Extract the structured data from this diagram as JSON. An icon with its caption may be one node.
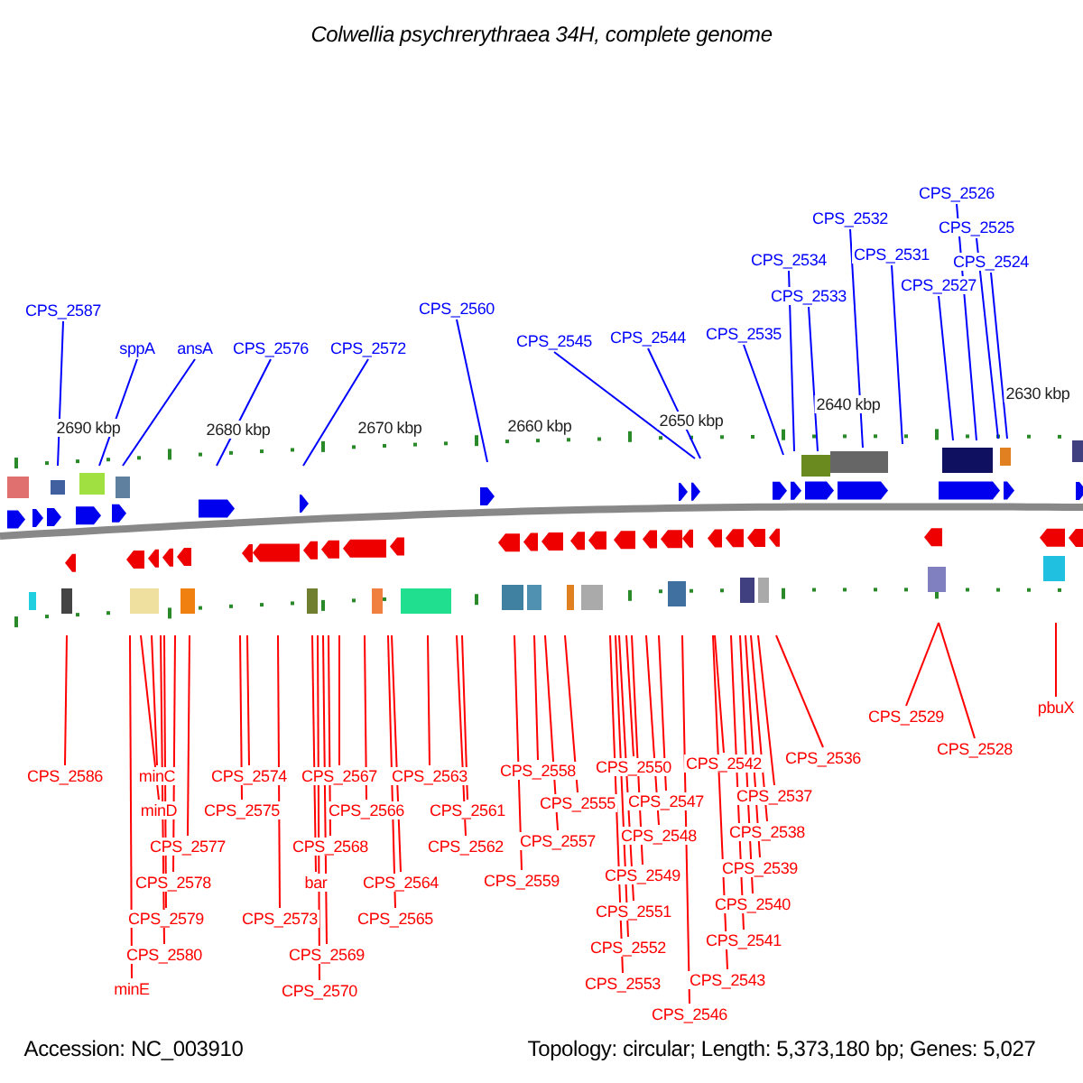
{
  "diagram": {
    "title": "Colwellia psychrerythraea 34H, complete genome",
    "nodes": [
      {
        "text": [
          "CPS_2587"
        ]
      },
      {
        "text": [
          "sppA"
        ]
      },
      {
        "text": [
          "ansA"
        ]
      },
      {
        "text": [
          "CPS_2576"
        ]
      },
      {
        "text": [
          "CPS_2572"
        ]
      },
      {
        "text": [
          "CPS_2560"
        ]
      },
      {
        "text": [
          "CPS_2545"
        ]
      },
      {
        "text": [
          "CPS_2544"
        ]
      },
      {
        "text": [
          "CPS_2535"
        ]
      },
      {
        "text": [
          "CPS_2534"
        ]
      },
      {
        "text": [
          "CPS_2533"
        ]
      },
      {
        "text": [
          "CPS_2532"
        ]
      },
      {
        "text": [
          "CPS_2531"
        ]
      },
      {
        "text": [
          "CPS_2527"
        ]
      },
      {
        "text": [
          "CPS_2526"
        ]
      },
      {
        "text": [
          "CPS_2525"
        ]
      },
      {
        "text": [
          "CPS_2524"
        ]
      },
      {
        "text": [
          "CPS_2586"
        ]
      },
      {
        "text": [
          "minC"
        ]
      },
      {
        "text": [
          "minD"
        ]
      },
      {
        "text": [
          "CPS_2577"
        ]
      },
      {
        "text": [
          "CPS_2578"
        ]
      },
      {
        "text": [
          "CPS_2579"
        ]
      },
      {
        "text": [
          "CPS_2580"
        ]
      },
      {
        "text": [
          "minE"
        ]
      },
      {
        "text": [
          "CPS_2574"
        ]
      },
      {
        "text": [
          "CPS_2575"
        ]
      },
      {
        "text": [
          "CPS_2573"
        ]
      },
      {
        "text": [
          "CPS_2567"
        ]
      },
      {
        "text": [
          "CPS_2568"
        ]
      },
      {
        "text": [
          "bar"
        ]
      },
      {
        "text": [
          "CPS_2569"
        ]
      },
      {
        "text": [
          "CPS_2570"
        ]
      },
      {
        "text": [
          "CPS_2566"
        ]
      },
      {
        "text": [
          "CPS_2564"
        ]
      },
      {
        "text": [
          "CPS_2565"
        ]
      },
      {
        "text": [
          "CPS_2563"
        ]
      },
      {
        "text": [
          "CPS_2561"
        ]
      },
      {
        "text": [
          "CPS_2562"
        ]
      },
      {
        "text": [
          "CPS_2559"
        ]
      },
      {
        "text": [
          "CPS_2558"
        ]
      },
      {
        "text": [
          "CPS_2555"
        ]
      },
      {
        "text": [
          "CPS_2557"
        ]
      },
      {
        "text": [
          "CPS_2550"
        ]
      },
      {
        "text": [
          "CPS_2547"
        ]
      },
      {
        "text": [
          "CPS_2548"
        ]
      },
      {
        "text": [
          "CPS_2549"
        ]
      },
      {
        "text": [
          "CPS_2551"
        ]
      },
      {
        "text": [
          "CPS_2552"
        ]
      },
      {
        "text": [
          "CPS_2553"
        ]
      },
      {
        "text": [
          "CPS_2542"
        ]
      },
      {
        "text": [
          "CPS_2537"
        ]
      },
      {
        "text": [
          "CPS_2538"
        ]
      },
      {
        "text": [
          "CPS_2539"
        ]
      },
      {
        "text": [
          "CPS_2540"
        ]
      },
      {
        "text": [
          "CPS_2541"
        ]
      },
      {
        "text": [
          "CPS_2543"
        ]
      },
      {
        "text": [
          "CPS_2546"
        ]
      },
      {
        "text": [
          "CPS_2536"
        ]
      },
      {
        "text": [
          "CPS_2529"
        ]
      },
      {
        "text": [
          "CPS_2528"
        ]
      },
      {
        "text": [
          "pbuX"
        ]
      }
    ],
    "edges": [
      {
        "from": 0,
        "to": null,
        "arrow": "none",
        "color": "#0000ff"
      },
      {
        "from": 1,
        "to": null,
        "arrow": "none",
        "color": "#0000ff"
      },
      {
        "from": 2,
        "to": null,
        "arrow": "none",
        "color": "#0000ff"
      },
      {
        "from": 3,
        "to": null,
        "arrow": "none",
        "color": "#0000ff"
      },
      {
        "from": 4,
        "to": null,
        "arrow": "none",
        "color": "#0000ff"
      },
      {
        "from": 5,
        "to": null,
        "arrow": "none",
        "color": "#0000ff"
      },
      {
        "from": 6,
        "to": null,
        "arrow": "none",
        "color": "#0000ff"
      },
      {
        "from": 7,
        "to": null,
        "arrow": "none",
        "color": "#0000ff"
      },
      {
        "from": 8,
        "to": null,
        "arrow": "none",
        "color": "#0000ff"
      },
      {
        "from": 9,
        "to": null,
        "arrow": "none",
        "color": "#0000ff"
      },
      {
        "from": 10,
        "to": null,
        "arrow": "none",
        "color": "#0000ff"
      },
      {
        "from": 11,
        "to": null,
        "arrow": "none",
        "color": "#0000ff"
      },
      {
        "from": 12,
        "to": null,
        "arrow": "none",
        "color": "#0000ff"
      },
      {
        "from": 13,
        "to": null,
        "arrow": "none",
        "color": "#0000ff"
      },
      {
        "from": 14,
        "to": null,
        "arrow": "none",
        "color": "#0000ff"
      },
      {
        "from": 15,
        "to": null,
        "arrow": "none",
        "color": "#0000ff"
      },
      {
        "from": 16,
        "to": null,
        "arrow": "none",
        "color": "#0000ff"
      },
      {
        "from": 17,
        "to": null,
        "arrow": "none"
      },
      {
        "from": 18,
        "to": null,
        "arrow": "none"
      },
      {
        "from": 19,
        "to": null,
        "arrow": "none"
      },
      {
        "from": 20,
        "to": null,
        "arrow": "none"
      },
      {
        "from": 21,
        "to": null,
        "arrow": "none"
      },
      {
        "from": 22,
        "to": null,
        "arrow": "none"
      },
      {
        "from": 23,
        "to": null,
        "arrow": "none"
      },
      {
        "from": 24,
        "to": null,
        "arrow": "none"
      },
      {
        "from": 25,
        "to": null,
        "arrow": "none"
      },
      {
        "from": 26,
        "to": null,
        "arrow": "none"
      },
      {
        "from": 27,
        "to": null,
        "arrow": "none"
      },
      {
        "from": 28,
        "to": null,
        "arrow": "none"
      },
      {
        "from": 29,
        "to": null,
        "arrow": "none"
      },
      {
        "from": 30,
        "to": null,
        "arrow": "none"
      },
      {
        "from": 31,
        "to": null,
        "arrow": "none"
      },
      {
        "from": 32,
        "to": null,
        "arrow": "none"
      },
      {
        "from": 33,
        "to": null,
        "arrow": "none"
      },
      {
        "from": 34,
        "to": null,
        "arrow": "none"
      },
      {
        "from": 35,
        "to": null,
        "arrow": "none"
      },
      {
        "from": 36,
        "to": null,
        "arrow": "none"
      },
      {
        "from": 37,
        "to": null,
        "arrow": "none"
      },
      {
        "from": 38,
        "to": null,
        "arrow": "none"
      },
      {
        "from": 39,
        "to": null,
        "arrow": "none"
      },
      {
        "from": 40,
        "to": null,
        "arrow": "none"
      },
      {
        "from": 41,
        "to": null,
        "arrow": "none"
      },
      {
        "from": 42,
        "to": null,
        "arrow": "none"
      },
      {
        "from": 43,
        "to": null,
        "arrow": "none"
      },
      {
        "from": 44,
        "to": null,
        "arrow": "none"
      },
      {
        "from": 45,
        "to": null,
        "arrow": "none"
      },
      {
        "from": 46,
        "to": null,
        "arrow": "none"
      },
      {
        "from": 47,
        "to": null,
        "arrow": "none"
      },
      {
        "from": 48,
        "to": null,
        "arrow": "none"
      },
      {
        "from": 49,
        "to": null,
        "arrow": "none"
      },
      {
        "from": 50,
        "to": null,
        "arrow": "none"
      },
      {
        "from": 51,
        "to": null,
        "arrow": "none"
      },
      {
        "from": 52,
        "to": null,
        "arrow": "none"
      },
      {
        "from": 53,
        "to": null,
        "arrow": "none"
      },
      {
        "from": 54,
        "to": null,
        "arrow": "none"
      },
      {
        "from": 55,
        "to": null,
        "arrow": "none"
      },
      {
        "from": 56,
        "to": null,
        "arrow": "none"
      },
      {
        "from": 57,
        "to": null,
        "arrow": "none"
      },
      {
        "from": 58,
        "to": null,
        "arrow": "none"
      },
      {
        "from": 59,
        "to": null,
        "arrow": "none"
      },
      {
        "from": 60,
        "to": null,
        "arrow": "none"
      },
      {
        "from": 61,
        "to": null,
        "arrow": "none"
      }
    ],
    "labels": [
      "2690 kbp",
      "2680 kbp",
      "2670 kbp",
      "2660 kbp",
      "2650 kbp",
      "2640 kbp",
      "2630 kbp",
      "Accession: NC_003910",
      "Topology: circular; Length: 5,373,180 bp; Genes: 5,027"
    ]
  }
}
